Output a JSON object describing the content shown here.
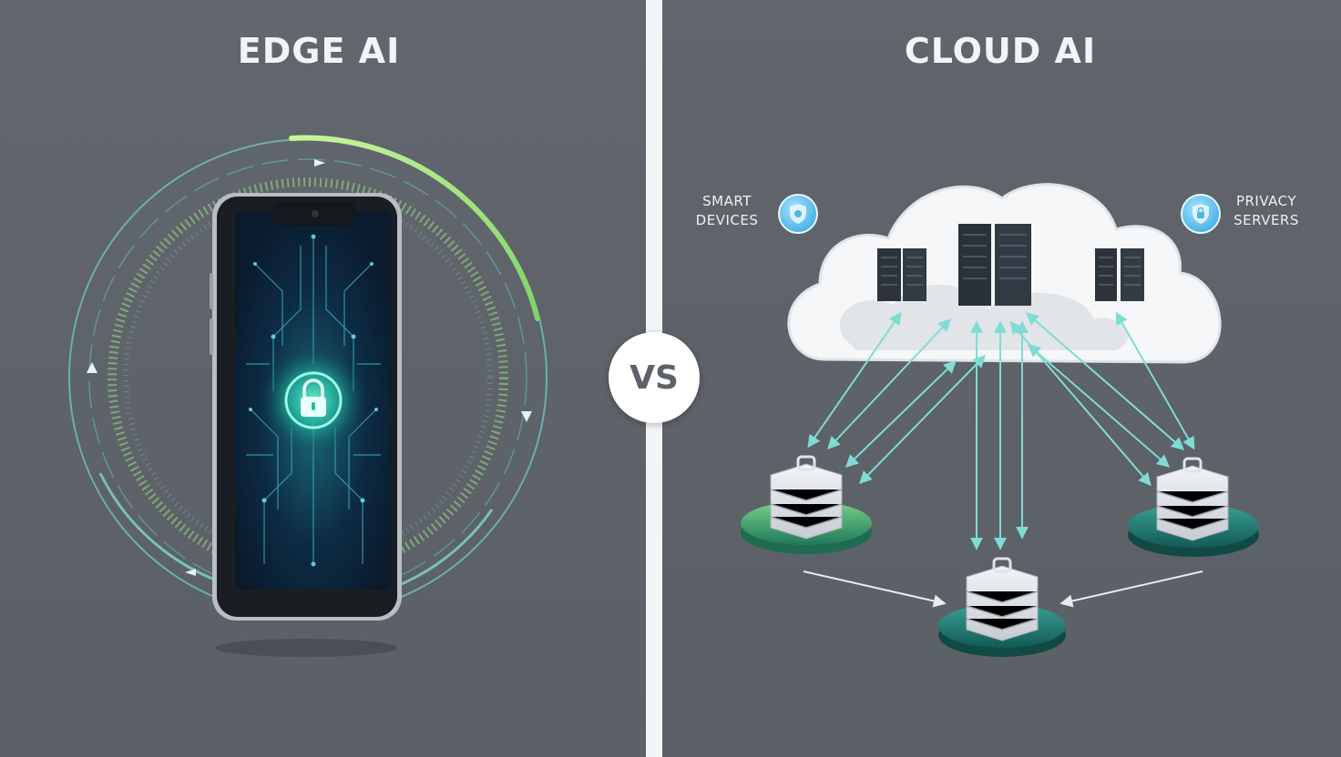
{
  "left": {
    "title": "EDGE AI"
  },
  "right": {
    "title": "CLOUD AI",
    "labels": {
      "smart": [
        "SMART",
        "DEVICES"
      ],
      "privacy": [
        "PRIVACY",
        "SERVERS"
      ]
    }
  },
  "vs": "VS",
  "colors": {
    "background": "#5d6168",
    "accent_teal": "#6ed7d0",
    "accent_green": "#9be07a",
    "divider": "#f4f5f6"
  },
  "icons": [
    "padlock-icon",
    "shield-icon",
    "server-rack-icon",
    "cloud-icon"
  ]
}
